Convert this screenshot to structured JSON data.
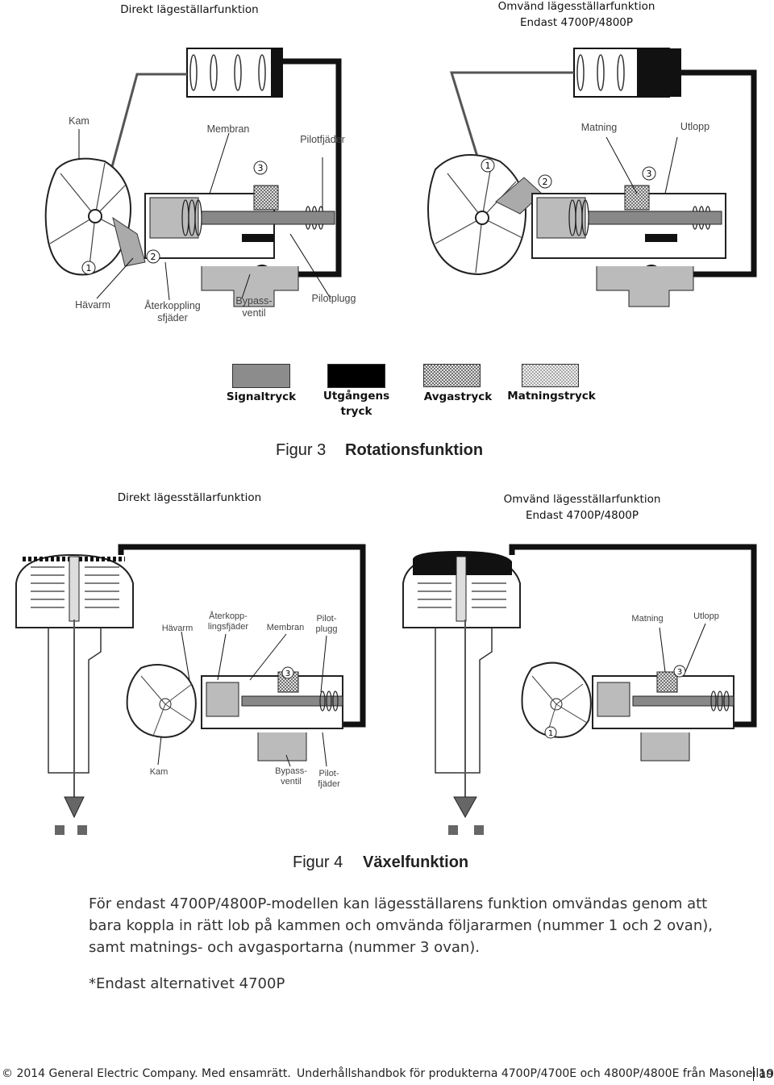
{
  "figure3": {
    "left_header": "Direkt lägeställarfunktion",
    "right_header_line1": "Omvänd lägesställarfunktion",
    "right_header_line2": "Endast 4700P/4800P",
    "labels": {
      "kam": "Kam",
      "membran": "Membran",
      "pilotfjader": "Pilotfjäder",
      "matning": "Matning",
      "utlopp": "Utlopp",
      "havarm": "Hävarm",
      "aterkoppling_line1": "Återkoppling",
      "aterkoppling_line2": "sfjäder",
      "bypass_line1": "Bypass-",
      "bypass_line2": "ventil",
      "pilotplugg": "Pilotplugg"
    },
    "numbers": [
      "1",
      "2",
      "3"
    ],
    "legend": [
      {
        "label_line1": "Signaltryck",
        "label_line2": ""
      },
      {
        "label_line1": "Utgångens",
        "label_line2": "tryck"
      },
      {
        "label_line1": "Avgastryck",
        "label_line2": ""
      },
      {
        "label_line1": "Matningstryck",
        "label_line2": ""
      }
    ],
    "caption_number": "Figur 3",
    "caption_title": "Rotationsfunktion"
  },
  "figure4": {
    "left_header": "Direkt lägesställarfunktion",
    "right_header_line1": "Omvänd lägesställarfunktion",
    "right_header_line2": "Endast 4700P/4800P",
    "labels": {
      "havarm": "Hävarm",
      "aterkopp_line1": "Återkopp-",
      "aterkopp_line2": "lingsfjäder",
      "membran": "Membran",
      "pilot_line1": "Pilot-",
      "pilot_line2": "plugg",
      "matning": "Matning",
      "utlopp": "Utlopp",
      "kam": "Kam",
      "bypass_line1": "Bypass-",
      "bypass_line2": "ventil",
      "pilotf_line1": "Pilot-",
      "pilotf_line2": "fjäder"
    },
    "caption_number": "Figur 4",
    "caption_title": "Växelfunktion"
  },
  "body": {
    "para_line1": "För endast 4700P/4800P-modellen kan lägesställarens funktion omvändas genom att",
    "para_line2": "bara koppla in rätt lob på kammen och omvända följararmen (nummer 1 och 2 ovan),",
    "para_line3": "samt matnings- och avgasportarna (nummer 3 ovan).",
    "note": "*Endast alternativet 4700P"
  },
  "footer": {
    "copyright": "© 2014 General Electric Company. Med ensamrätt.",
    "manual": "Underhållshandbok för produkterna 4700P/4700E och 4800P/4800E från Masoneilan",
    "page": "19"
  },
  "colors": {
    "signal": "#8c8c8c",
    "output": "#000000",
    "hatch": "#555555"
  }
}
